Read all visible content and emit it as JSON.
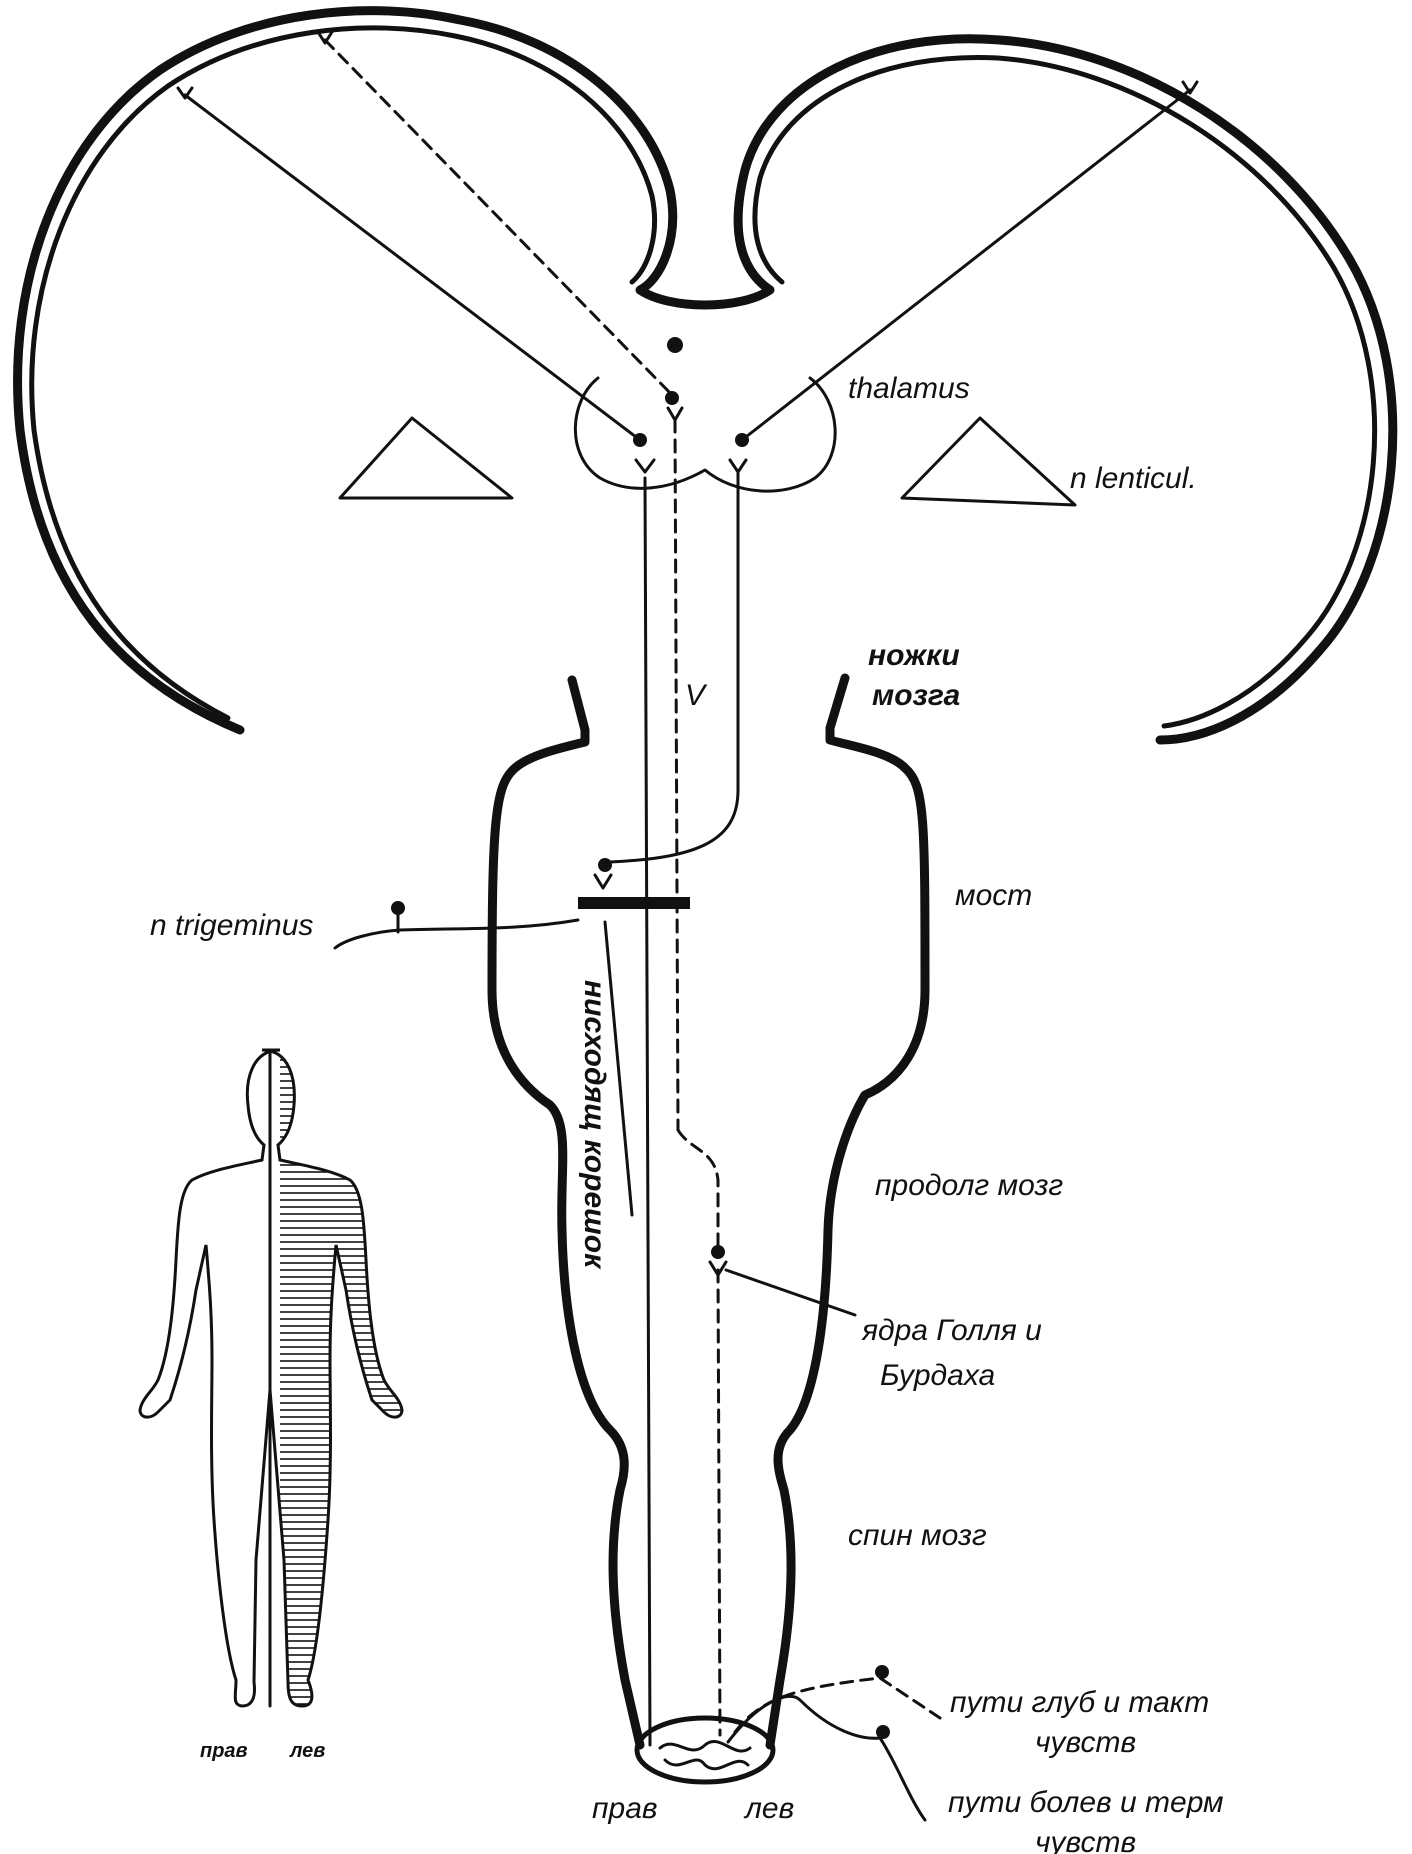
{
  "labels": {
    "thalamus": "thalamus",
    "n_lenticul": "n lenticul.",
    "nozhki_mozga_1": "ножки",
    "nozhki_mozga_2": "мозга",
    "most": "мост",
    "n_trigeminus": "n trigeminus",
    "nishodyashchiy_koreshok": "нисходящ корешок",
    "prodolg_mozg": "продолг мозг",
    "yadra_1": "ядра Голля и",
    "yadra_2": "Бурдаха",
    "spin_mozg": "спин мозг",
    "puti_glub_1": "пути глуб и такт",
    "puti_glub_2": "чувств",
    "puti_bolev_1": "пути болев и терм",
    "puti_bolev_2": "чувств",
    "prav_bottom": "прав",
    "lev_bottom": "лев",
    "prav_figure": "прав",
    "lev_figure": "лев",
    "roman_five": "V"
  },
  "colors": {
    "ink": "#111111",
    "paper": "#ffffff"
  }
}
